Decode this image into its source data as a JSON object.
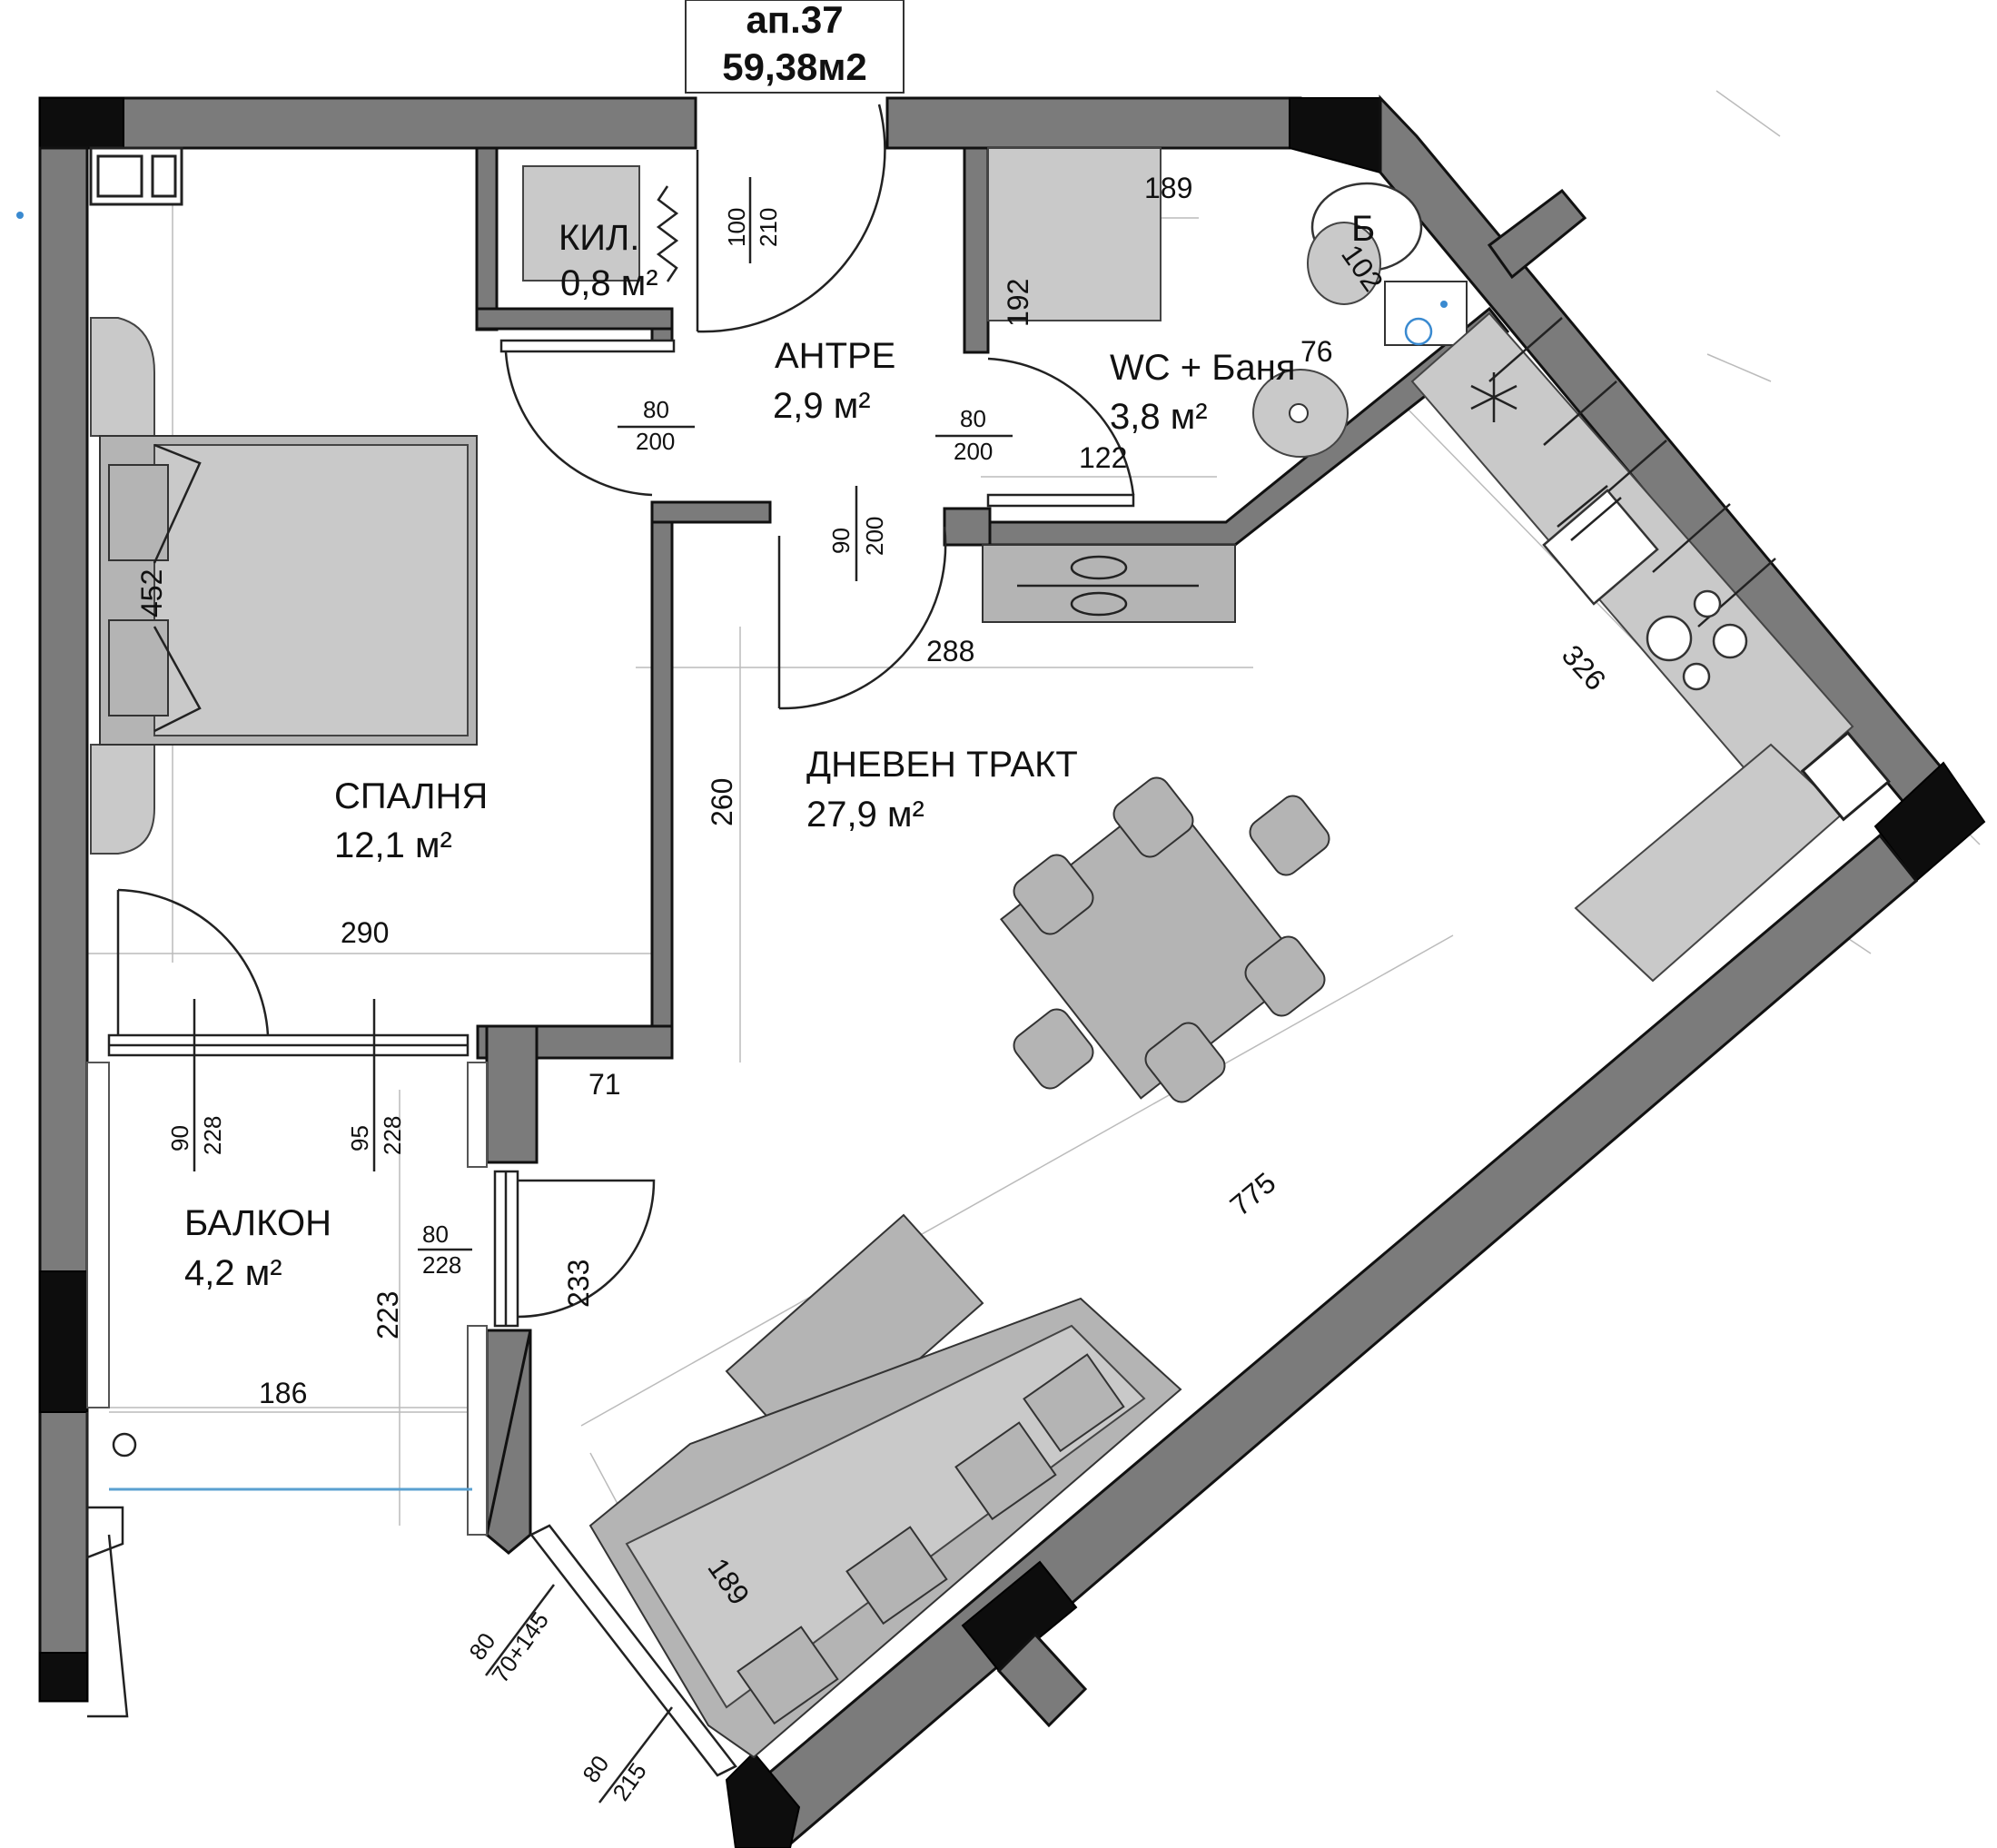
{
  "apartment": {
    "number": "ап.37",
    "area": "59,38м2"
  },
  "rooms": {
    "storage": {
      "name": "КИЛ.",
      "area": "0,8 м²"
    },
    "entrance": {
      "name": "АНТРЕ",
      "area": "2,9 м²"
    },
    "bathroom": {
      "name": "WC + Баня",
      "area": "3,8 м²",
      "boiler": "Б"
    },
    "bedroom": {
      "name": "СПАЛНЯ",
      "area": "12,1 м²"
    },
    "living": {
      "name": "ДНЕВЕН ТРАКТ",
      "area": "27,9 м²"
    },
    "balcony": {
      "name": "БАЛКОН",
      "area": "4,2 м²"
    }
  },
  "dimensions": {
    "bath_width": "189",
    "bath_boiler": "102",
    "bath_height": "192",
    "bath_sink": "76",
    "bath_door": "122",
    "hall_width": "288",
    "kitchen_length": "326",
    "bedroom_length": "452",
    "bedroom_width": "290",
    "living_height": "260",
    "wall_offset": "71",
    "living_diagonal": "775",
    "balcony_height": "223",
    "balcony_width": "186",
    "living_door_height": "233",
    "sofa_length": "189"
  },
  "doors": {
    "entry": {
      "width": "100",
      "height": "210"
    },
    "bedroom": {
      "width": "80",
      "height": "200"
    },
    "bathroom": {
      "width": "80",
      "height": "200"
    },
    "living": {
      "width": "90",
      "height": "200"
    },
    "bedroom_window": {
      "width": "90",
      "height": "228"
    },
    "balcony_door": {
      "width": "95",
      "height": "228"
    },
    "balcony_living": {
      "width": "80",
      "height": "228"
    },
    "corner_window_1": {
      "width": "80",
      "height": "70+145"
    },
    "corner_window_2": {
      "width": "80",
      "height": "215"
    }
  }
}
